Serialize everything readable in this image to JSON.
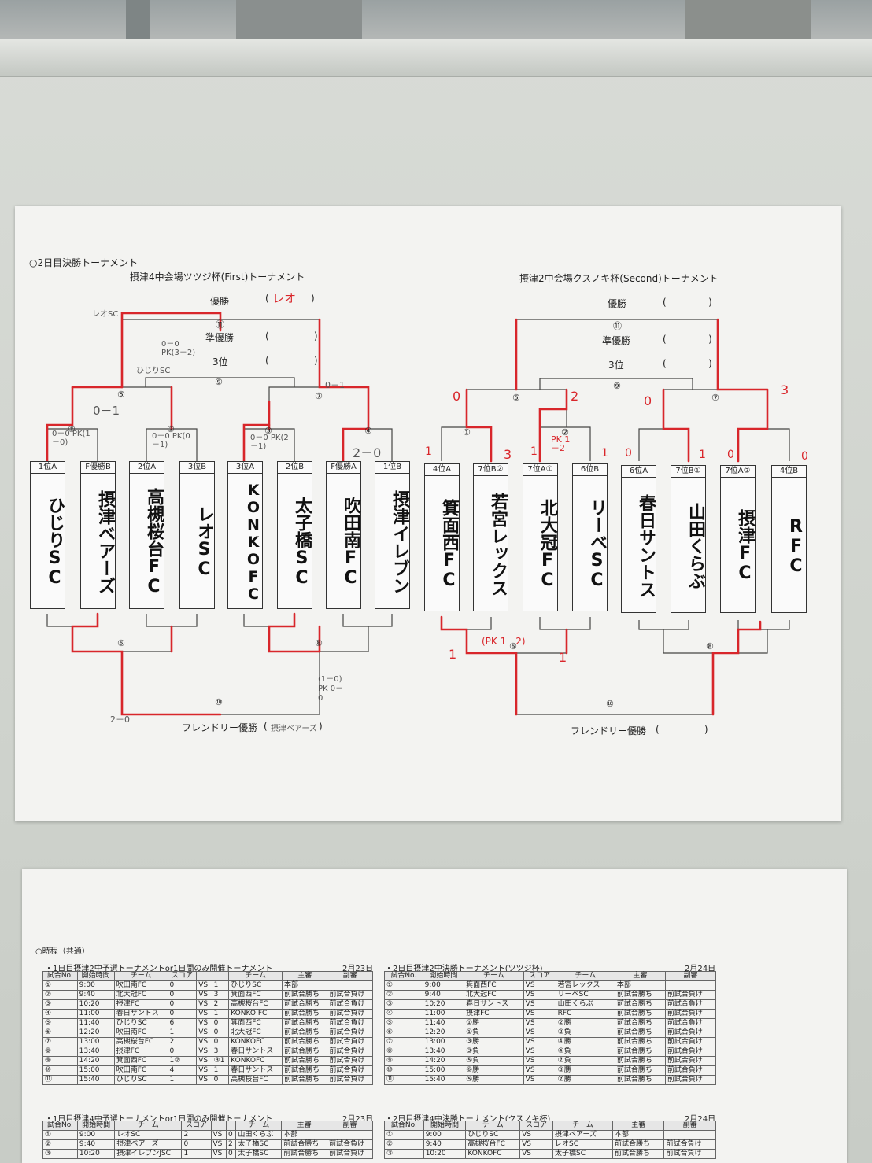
{
  "sheet_title": "○2日目決勝トーナメント",
  "bracket_left": {
    "title": "摂津4中会場ツツジ杯(First)トーナメント",
    "winner_label": "優勝",
    "winner_value": "レオ",
    "runner_label": "準優勝",
    "third_label": "3位",
    "friendly_label": "フレンドリー優勝",
    "friendly_value": "摂津ベアーズ",
    "match_labels": [
      "①",
      "②",
      "③",
      "④",
      "⑤",
      "⑦",
      "⑨",
      "⑪",
      "⑥",
      "⑧",
      "⑩"
    ],
    "teams": [
      {
        "rank": "1位A",
        "name": "ひじりSC"
      },
      {
        "rank": "F優勝B",
        "name": "摂津ベアーズ"
      },
      {
        "rank": "2位A",
        "name": "高槻桜台FC"
      },
      {
        "rank": "3位B",
        "name": "レオSC"
      },
      {
        "rank": "3位A",
        "name": "KONKOFC"
      },
      {
        "rank": "2位B",
        "name": "太子橋SC"
      },
      {
        "rank": "F優勝A",
        "name": "吹田南FC"
      },
      {
        "rank": "1位B",
        "name": "摂津イレブン"
      }
    ],
    "notes": {
      "n1": "0－0 PK(1－0)",
      "n2": "0－0 PK(0－1)",
      "n3": "0－0 PK(2－1)",
      "n4": "2－0",
      "n5": "0－1",
      "n6": "0－1",
      "n7": "0－0 PK(3－2)",
      "n8": "レオSC",
      "n9": "ひじりSC",
      "n10": "(1－0) PK 0－0",
      "n11": "2－0"
    }
  },
  "bracket_right": {
    "title": "摂津2中会場クスノキ杯(Second)トーナメント",
    "winner_label": "優勝",
    "runner_label": "準優勝",
    "third_label": "3位",
    "friendly_label": "フレンドリー優勝",
    "teams": [
      {
        "rank": "4位A",
        "name": "箕面西FC"
      },
      {
        "rank": "7位B②",
        "name": "若宮レックス"
      },
      {
        "rank": "7位A①",
        "name": "北大冠FC"
      },
      {
        "rank": "6位B",
        "name": "リーベSC"
      },
      {
        "rank": "6位A",
        "name": "春日サントス"
      },
      {
        "rank": "7位B①",
        "name": "山田くらぶ"
      },
      {
        "rank": "7位A②",
        "name": "摂津FC"
      },
      {
        "rank": "4位B",
        "name": "RFC"
      }
    ],
    "scores": {
      "s1": "1",
      "s2": "3",
      "s3": "1",
      "s4": "1",
      "s5": "0",
      "s6": "1",
      "s7": "0",
      "s8": "0",
      "s9": "0",
      "s10": "2",
      "s11": "0",
      "s12": "3",
      "pk": "PK 1－2",
      "bottom": "(PK 1－2)",
      "b1": "1",
      "b2": "1"
    }
  },
  "schedule": {
    "title": "○時程（共通）",
    "t1": {
      "title": "・1日目摂津2中予選トーナメントor1日間のみ開催トーナメント",
      "date": "2月23日",
      "headers": [
        "試合No.",
        "開始時間",
        "チーム",
        "スコア",
        "",
        "",
        "チーム",
        "主審",
        "副審"
      ],
      "rows": [
        [
          "①",
          "9:00",
          "吹田南FC",
          "0",
          "VS",
          "1",
          "ひじりSC",
          "本部",
          ""
        ],
        [
          "②",
          "9:40",
          "北大冠FC",
          "0",
          "VS",
          "3",
          "箕面西FC",
          "前試合勝ち",
          "前試合負け"
        ],
        [
          "③",
          "10:20",
          "摂津FC",
          "0",
          "VS",
          "2",
          "高槻桜台FC",
          "前試合勝ち",
          "前試合負け"
        ],
        [
          "④",
          "11:00",
          "春日サントス",
          "0",
          "VS",
          "1",
          "KONKO FC",
          "前試合勝ち",
          "前試合負け"
        ],
        [
          "⑤",
          "11:40",
          "ひじりSC",
          "6",
          "VS",
          "0",
          "箕面西FC",
          "前試合勝ち",
          "前試合負け"
        ],
        [
          "⑥",
          "12:20",
          "吹田南FC",
          "1",
          "VS",
          "0",
          "北大冠FC",
          "前試合勝ち",
          "前試合負け"
        ],
        [
          "⑦",
          "13:00",
          "高槻桜台FC",
          "2",
          "VS",
          "0",
          "KONKOFC",
          "前試合勝ち",
          "前試合負け"
        ],
        [
          "⑧",
          "13:40",
          "摂津FC",
          "0",
          "VS",
          "3",
          "春日サントス",
          "前試合勝ち",
          "前試合負け"
        ],
        [
          "⑨",
          "14:20",
          "箕面西FC",
          "1②",
          "VS",
          "③1",
          "KONKOFC",
          "前試合勝ち",
          "前試合負け"
        ],
        [
          "⑩",
          "15:00",
          "吹田南FC",
          "4",
          "VS",
          "1",
          "春日サントス",
          "前試合勝ち",
          "前試合負け"
        ],
        [
          "⑪",
          "15:40",
          "ひじりSC",
          "1",
          "VS",
          "0",
          "高槻桜台FC",
          "前試合勝ち",
          "前試合負け"
        ]
      ]
    },
    "t2": {
      "title": "・2日目摂津2中決勝トーナメント(ツツジ杯)",
      "date": "2月24日",
      "headers": [
        "試合No.",
        "開始時間",
        "チーム",
        "スコア",
        "チーム",
        "主審",
        "副審"
      ],
      "rows": [
        [
          "①",
          "9:00",
          "箕面西FC",
          "VS",
          "若宮レックス",
          "本部",
          ""
        ],
        [
          "②",
          "9:40",
          "北大冠FC",
          "VS",
          "リーベSC",
          "前試合勝ち",
          "前試合負け"
        ],
        [
          "③",
          "10:20",
          "春日サントス",
          "VS",
          "山田くらぶ",
          "前試合勝ち",
          "前試合負け"
        ],
        [
          "④",
          "11:00",
          "摂津FC",
          "VS",
          "RFC",
          "前試合勝ち",
          "前試合負け"
        ],
        [
          "⑤",
          "11:40",
          "①勝",
          "VS",
          "②勝",
          "前試合勝ち",
          "前試合負け"
        ],
        [
          "⑥",
          "12:20",
          "①負",
          "VS",
          "②負",
          "前試合勝ち",
          "前試合負け"
        ],
        [
          "⑦",
          "13:00",
          "③勝",
          "VS",
          "④勝",
          "前試合勝ち",
          "前試合負け"
        ],
        [
          "⑧",
          "13:40",
          "③負",
          "VS",
          "④負",
          "前試合勝ち",
          "前試合負け"
        ],
        [
          "⑨",
          "14:20",
          "⑤負",
          "VS",
          "⑦負",
          "前試合勝ち",
          "前試合負け"
        ],
        [
          "⑩",
          "15:00",
          "⑥勝",
          "VS",
          "⑧勝",
          "前試合勝ち",
          "前試合負け"
        ],
        [
          "⑪",
          "15:40",
          "⑤勝",
          "VS",
          "⑦勝",
          "前試合勝ち",
          "前試合負け"
        ]
      ]
    },
    "t3": {
      "title": "・1日目摂津4中予選トーナメントor1日間のみ開催トーナメント",
      "date": "2月23日",
      "headers": [
        "試合No.",
        "開始時間",
        "チーム",
        "スコア",
        "",
        "",
        "チーム",
        "主審",
        "副審"
      ],
      "rows": [
        [
          "①",
          "9:00",
          "レオSC",
          "2",
          "VS",
          "0",
          "山田くらぶ",
          "本部",
          ""
        ],
        [
          "②",
          "9:40",
          "摂津ベアーズ",
          "0",
          "VS",
          "2",
          "太子橋SC",
          "前試合勝ち",
          "前試合負け"
        ],
        [
          "③",
          "10:20",
          "摂津イレブンJSC",
          "1",
          "VS",
          "0",
          "太子橋SC",
          "前試合勝ち",
          "前試合負け"
        ]
      ]
    },
    "t4": {
      "title": "・2日目摂津4中決勝トーナメント(クスノキ杯)",
      "date": "2月24日",
      "headers": [
        "試合No.",
        "開始時間",
        "チーム",
        "スコア",
        "チーム",
        "主審",
        "副審"
      ],
      "rows": [
        [
          "①",
          "9:00",
          "ひじりSC",
          "VS",
          "摂津ベアーズ",
          "本部",
          ""
        ],
        [
          "②",
          "9:40",
          "高槻桜台FC",
          "VS",
          "レオSC",
          "前試合勝ち",
          "前試合負け"
        ],
        [
          "③",
          "10:20",
          "KONKOFC",
          "VS",
          "太子橋SC",
          "前試合勝ち",
          "前試合負け"
        ]
      ]
    }
  }
}
